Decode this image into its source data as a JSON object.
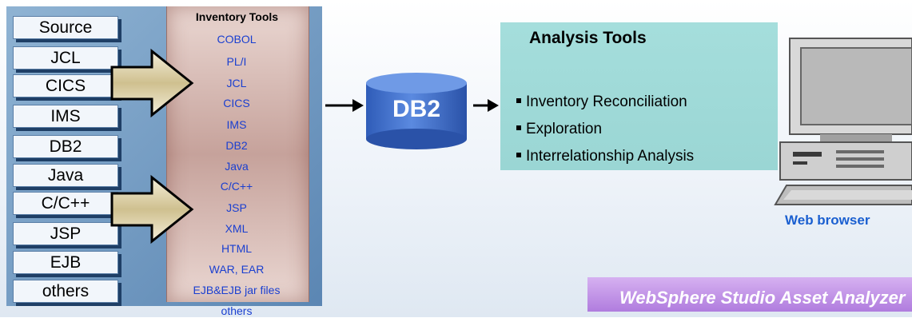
{
  "sources": [
    "Source",
    "JCL",
    "CICS",
    "IMS",
    "DB2",
    "Java",
    "C/C++",
    "JSP",
    "EJB",
    "others"
  ],
  "inventory": {
    "title": "Inventory Tools",
    "items": [
      "COBOL",
      "PL/I",
      "JCL",
      "CICS",
      "IMS",
      "DB2",
      "Java",
      "C/C++",
      "JSP",
      "XML",
      "HTML",
      "WAR, EAR",
      "EJB&EJB jar files",
      "others"
    ]
  },
  "db2_label": "DB2",
  "analysis": {
    "title": "Analysis Tools",
    "items": [
      "Inventory Reconciliation",
      "Exploration",
      "Interrelationship Analysis"
    ]
  },
  "web_browser_label": "Web browser",
  "banner_label": "WebSphere Studio Asset Analyzer",
  "colors": {
    "panel_blue": "#5b86b3",
    "inventory_rose": "#c6a29b",
    "inventory_text": "#1a3fd0",
    "db2_blue": "#3a68c8",
    "analysis_teal": "#9ad6d4",
    "web_label_blue": "#1a5fd0",
    "banner_purple": "#b07cde"
  }
}
